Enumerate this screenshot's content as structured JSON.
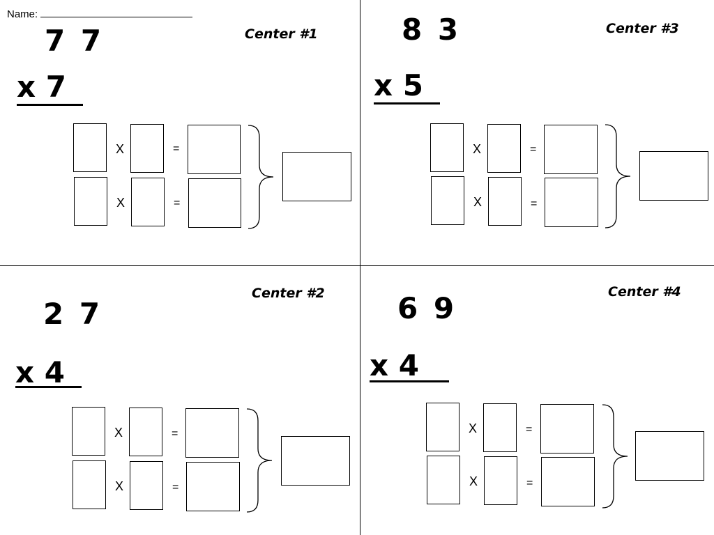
{
  "header": {
    "name_label": "Name:"
  },
  "problems": [
    {
      "center": "Center #1",
      "multiplicand": "7 7",
      "multiplier_line": "x  7",
      "times_sign": "X",
      "equals_sign": "="
    },
    {
      "center": "Center #3",
      "multiplicand": "8 3",
      "multiplier_line": "x  5",
      "times_sign": "X",
      "equals_sign": "="
    },
    {
      "center": "Center #2",
      "multiplicand": "2 7",
      "multiplier_line": "x  4",
      "times_sign": "X",
      "equals_sign": "="
    },
    {
      "center": "Center #4",
      "multiplicand": "6 9",
      "multiplier_line": "x   4",
      "times_sign": "X",
      "equals_sign": "="
    }
  ]
}
